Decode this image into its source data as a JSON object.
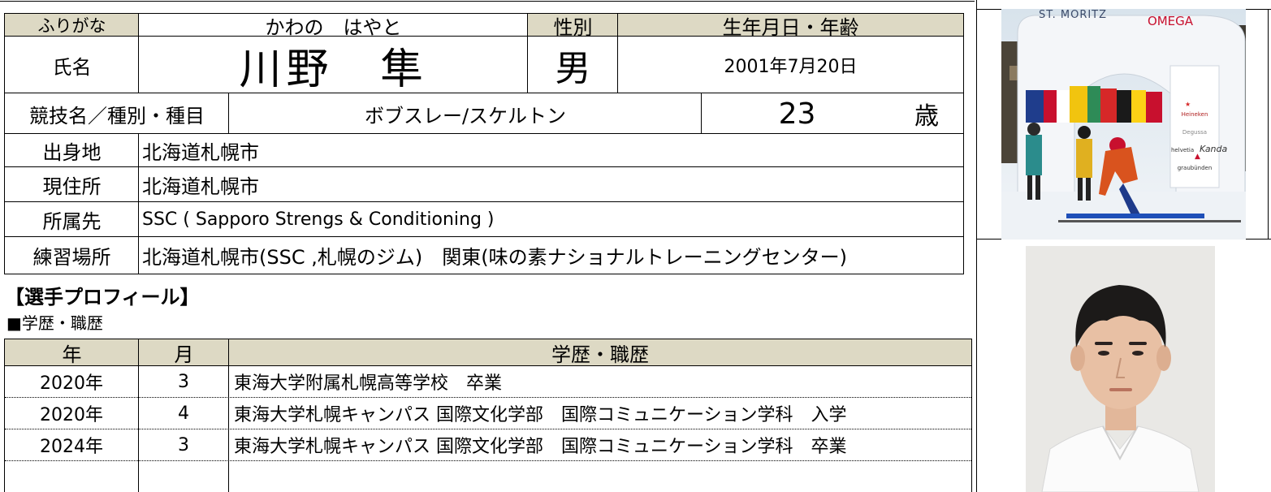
{
  "header": {
    "furigana_label": "ふりがな",
    "furigana_value": "かわの　はやと",
    "gender_label": "性別",
    "birth_label": "生年月日・年齢"
  },
  "name_row": {
    "label": "氏名",
    "value": "川野　隼",
    "gender": "男",
    "birthdate": "2001年7月20日"
  },
  "sport_row": {
    "label": "競技名／種別・種目",
    "value": "ボブスレー/スケルトン",
    "age": "23",
    "age_unit": "歳"
  },
  "info_rows": [
    {
      "label": "出身地",
      "value": "北海道札幌市"
    },
    {
      "label": "現住所",
      "value": "北海道札幌市"
    },
    {
      "label": "所属先",
      "value": "SSC ( Sapporo Strengs & Conditioning )"
    },
    {
      "label": "練習場所",
      "value": "北海道札幌市(SSC ,札幌のジム)　関東(味の素ナショナルトレーニングセンター)"
    }
  ],
  "profile": {
    "heading": "【選手プロフィール】",
    "subheading": "■学歴・職歴"
  },
  "history": {
    "columns": [
      "年",
      "月",
      "学歴・職歴"
    ],
    "rows": [
      {
        "year": "2020年",
        "month": "3",
        "text": "東海大学附属札幌高等学校　卒業"
      },
      {
        "year": "2020年",
        "month": "4",
        "text": "東海大学札幌キャンパス 国際文化学部　国際コミュニケーション学科　入学"
      },
      {
        "year": "2024年",
        "month": "3",
        "text": "東海大学札幌キャンパス 国際文化学部　国際コミュニケーション学科　卒業"
      },
      {
        "year": "",
        "month": "",
        "text": ""
      }
    ]
  },
  "photo_top": {
    "banner_left": "ST. MORITZ",
    "banner_right": "OMEGA",
    "sponsors": [
      "Heineken",
      "Degussa",
      "helvetia",
      "Kanda",
      "graubünden"
    ]
  },
  "colors": {
    "header_bg": "#ddd9c4",
    "border": "#000000",
    "omega_red": "#c8102e"
  }
}
